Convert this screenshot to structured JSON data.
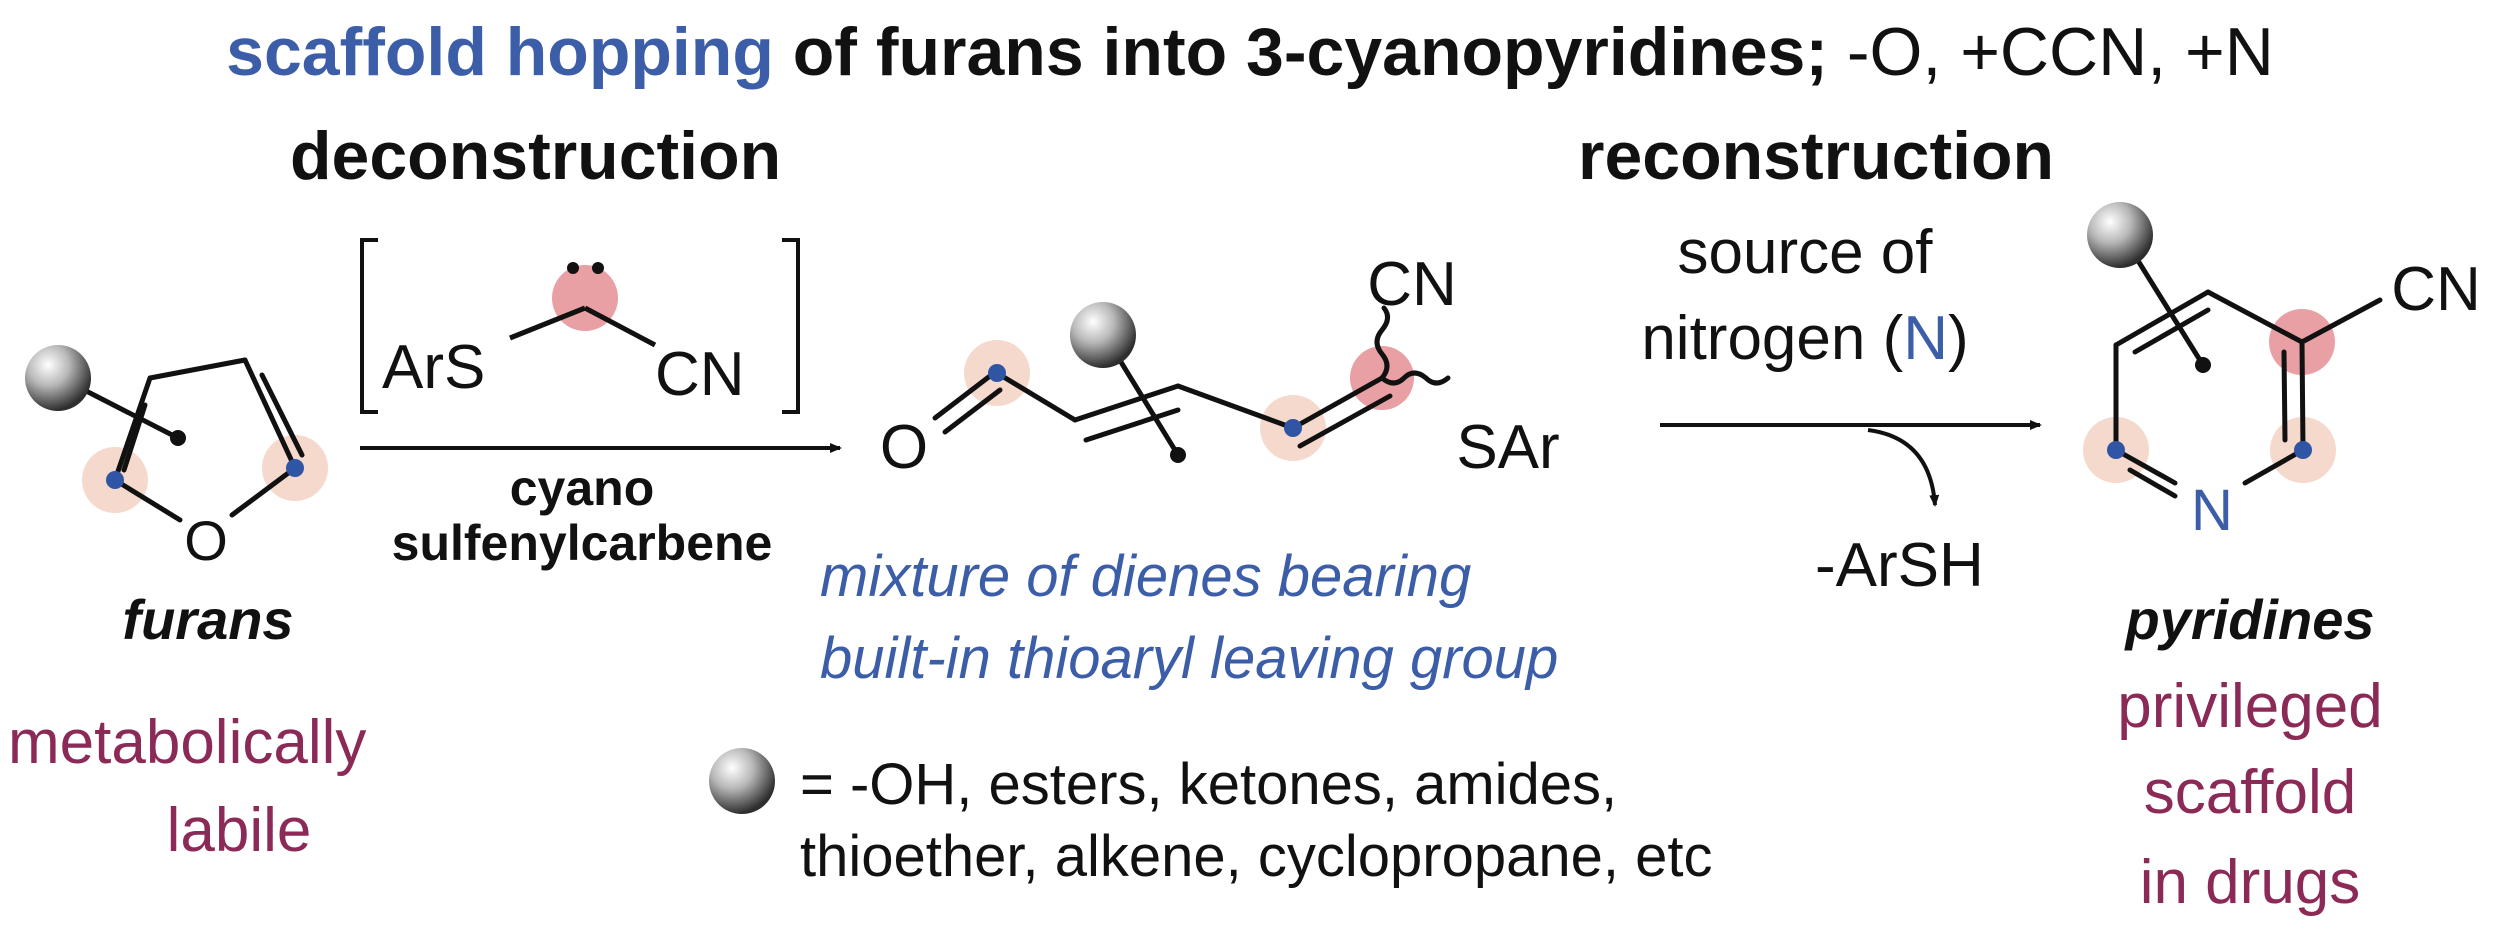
{
  "title": {
    "highlight": "scaffold hopping",
    "main": " of furans into 3-cyanopyridines;",
    "tail": " -O, +CCN, +N"
  },
  "sections": {
    "left": "deconstruction",
    "right": "reconstruction"
  },
  "furan": {
    "atom_o": "O",
    "label": "furans",
    "note_line1": "metabolically",
    "note_line2": "labile"
  },
  "carbene": {
    "ars": "ArS",
    "cn": "CN",
    "label_line1": "cyano",
    "label_line2": "sulfenylcarbene"
  },
  "diene": {
    "atom_o": "O",
    "cn": "CN",
    "sar": "SAr",
    "caption_line1": "mixture of dienes bearing",
    "caption_line2": "built-in thioaryl leaving group"
  },
  "reagent": {
    "line1": "source of",
    "line2_pre": "nitrogen (",
    "line2_n": "N",
    "line2_post": ")",
    "byproduct": "-ArSH"
  },
  "pyridine": {
    "cn": "CN",
    "atom_n": "N",
    "label": "pyridines",
    "note_line1": "privileged",
    "note_line2": "scaffold",
    "note_line3": "in drugs"
  },
  "legend": {
    "line1": "= -OH, esters, ketones, amides,",
    "line2": "thioether, alkene, cyclopropane, etc"
  },
  "colors": {
    "blue": "#3c5ea8",
    "maroon": "#8c2a57",
    "pink_highlight": "#e8a0a4",
    "peach_highlight": "#f4d9cc",
    "atom_dot_blue": "#2f55a4"
  }
}
